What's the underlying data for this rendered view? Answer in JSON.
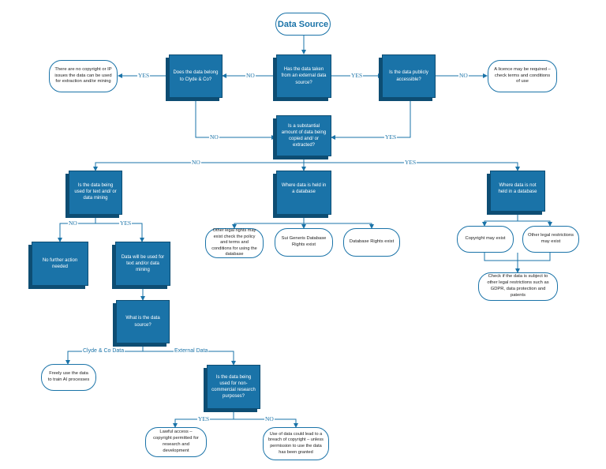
{
  "title": "Data Source",
  "nodes": {
    "taken_external": "Has the data taken from an external data source?",
    "belong_clyde": "Does the data belong to Clyde & Co?",
    "publicly_accessible": "Is the data publicly accessible?",
    "no_copyright": "There are no copyright or IP issues the data can be used for extraction and/or mining",
    "licence_required": "A licence may be required – check terms and conditions of use",
    "substantial_amount": "Is a substantial amount of data being copied and/ or extracted?",
    "text_data_mining": "Is the data being used for text and/ or data mining",
    "held_in_database": "Where data is held in a database",
    "not_held_in_database": "Where data is not held in a database",
    "other_legal_rights": "Other legal rights may exist check the policy and terms and conditions for using the database",
    "eu_sui_generis": "Sui Generis Database Rights exist",
    "database_rights": "Database Rights exist",
    "copyright_may_exist": "Copyright may exist",
    "other_legal_restrictions": "Other legal restrictions may exist",
    "check_gdpr": "Check if the data is subject to other legal restrictions such as GDPR, data protection and patents",
    "no_further_action": "No further action needed",
    "used_for_mining": "Data will be used for text and/or data mining",
    "what_source": "What is the data source?",
    "freely_use": "Freely use the data to train AI processes",
    "non_commercial": "Is the data being used for non-commercial research purposes?",
    "lawful_access": "Lawful access – copyright permitted for research and development",
    "breach_copyright": "Use of data could lead to a breach of copyright – unless permission to use the data has been granted"
  },
  "labels": {
    "yes": "YES",
    "no": "NO",
    "clyde_data": "Clyde & Co Data",
    "external_data": "External Data"
  },
  "colors": {
    "box_fill": "#1a73a8",
    "box_border": "#0d4d73",
    "line": "#1a73a8",
    "oval_border": "#1a73a8"
  }
}
